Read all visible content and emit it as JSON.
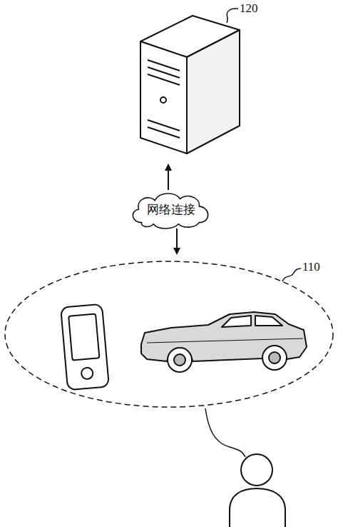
{
  "diagram": {
    "nodes": [
      {
        "text": [
          "网络连接"
        ]
      }
    ],
    "labels": [
      "120",
      "110"
    ]
  }
}
